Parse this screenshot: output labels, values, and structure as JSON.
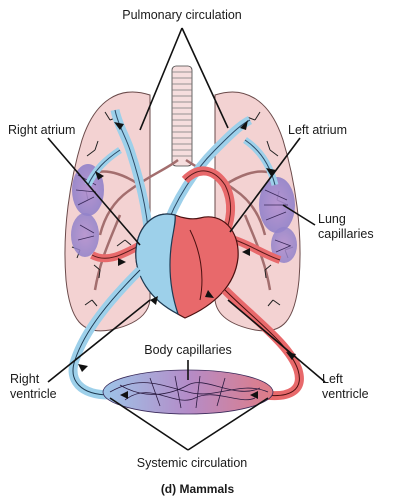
{
  "labels": {
    "pulmonary_circulation": "Pulmonary circulation",
    "right_atrium": "Right atrium",
    "left_atrium": "Left atrium",
    "lung_capillaries_1": "Lung",
    "lung_capillaries_2": "capillaries",
    "body_capillaries": "Body capillaries",
    "right_ventricle_1": "Right",
    "right_ventricle_2": "ventricle",
    "left_ventricle_1": "Left",
    "left_ventricle_2": "ventricle",
    "systemic_circulation": "Systemic circulation"
  },
  "caption": "(d) Mammals",
  "colors": {
    "oxygenated": "#e8696b",
    "deoxygenated": "#9dd0ea",
    "lung_tissue": "#f3d2d2",
    "capillary_mix": "#a887c4",
    "outline": "#1a1a1a"
  }
}
